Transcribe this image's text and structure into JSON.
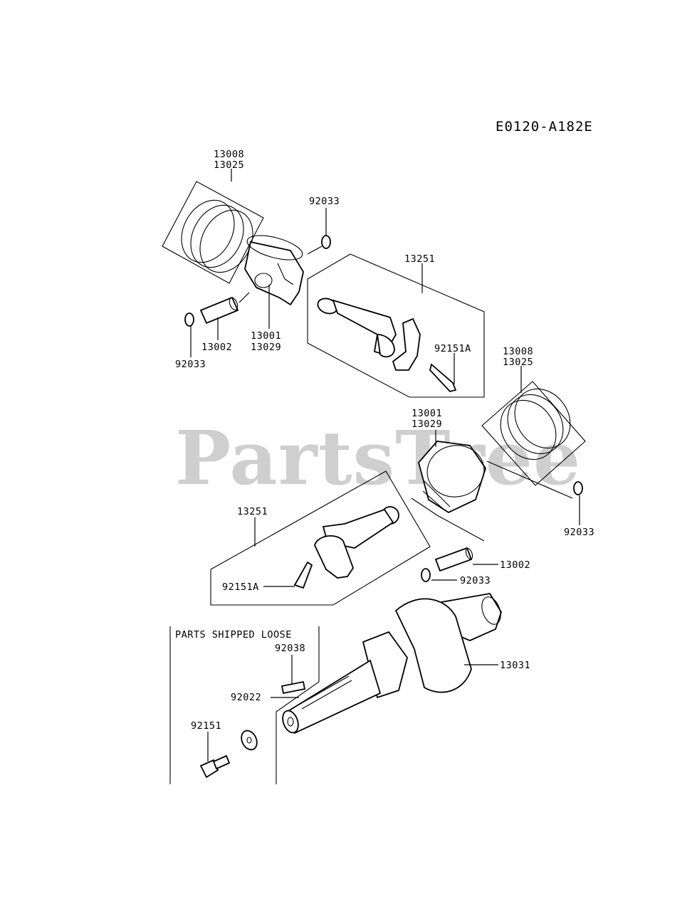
{
  "diagram": {
    "code": "E0120-A182E",
    "watermark": "PartsTree",
    "loose_header": "PARTS SHIPPED LOOSE",
    "labels": {
      "rings_1a": "13008",
      "rings_1b": "13025",
      "clip_1": "92033",
      "rod_1": "13251",
      "pin_1": "13002",
      "piston_1a": "13001",
      "piston_1b": "13029",
      "clip_2": "92033",
      "bolt_1": "92151A",
      "rings_2a": "13008",
      "rings_2b": "13025",
      "piston_2a": "13001",
      "piston_2b": "13029",
      "clip_3": "92033",
      "rod_2": "13251",
      "bolt_2": "92151A",
      "pin_2": "13002",
      "clip_4": "92033",
      "crank": "13031",
      "key": "92038",
      "washer": "92022",
      "bolt_3": "92151"
    }
  }
}
